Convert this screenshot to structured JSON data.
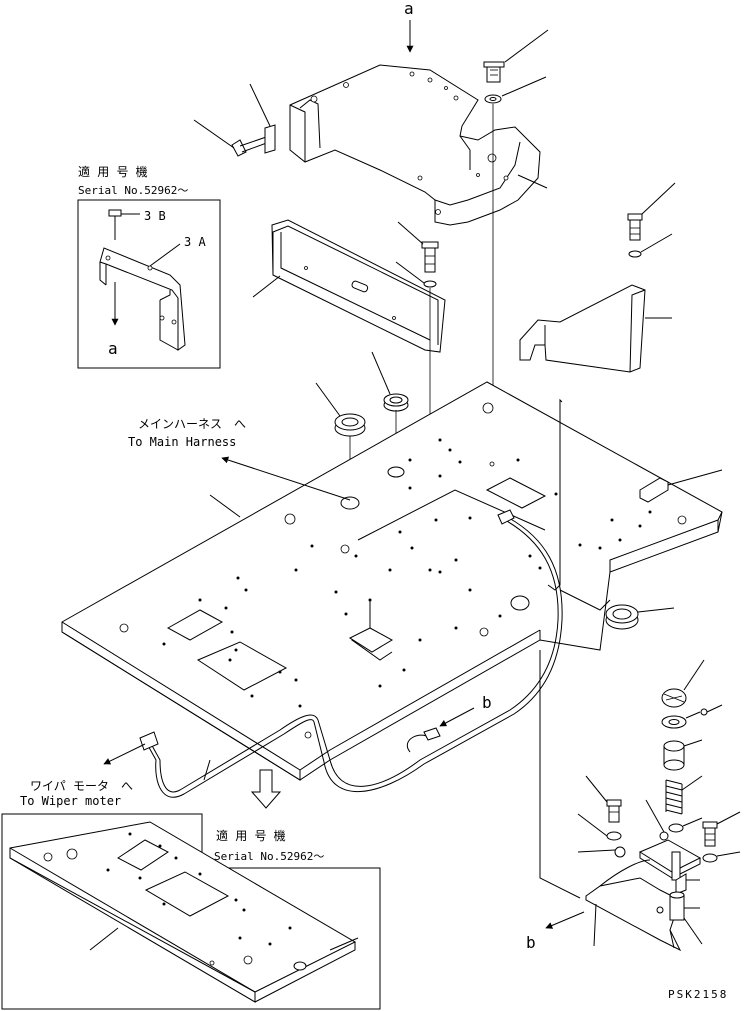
{
  "labels": {
    "view_a_top": "a",
    "inset_a_label": "a",
    "inset_3b": "3 B",
    "inset_3a": "3 A",
    "b_center": "b",
    "b_bottom": "b"
  },
  "inset_top": {
    "title_jp": "適 用 号 機",
    "serial": "Serial No.52962～"
  },
  "inset_bottom": {
    "title_jp": "適 用 号 機",
    "serial": "Serial No.52962～"
  },
  "main_harness": {
    "jp": "メインハーネス　へ",
    "en": "To Main Harness"
  },
  "wiper_motor": {
    "jp": "ワイパ モータ　へ",
    "en": "To Wiper moter"
  },
  "drawing_code": "PSK2158"
}
